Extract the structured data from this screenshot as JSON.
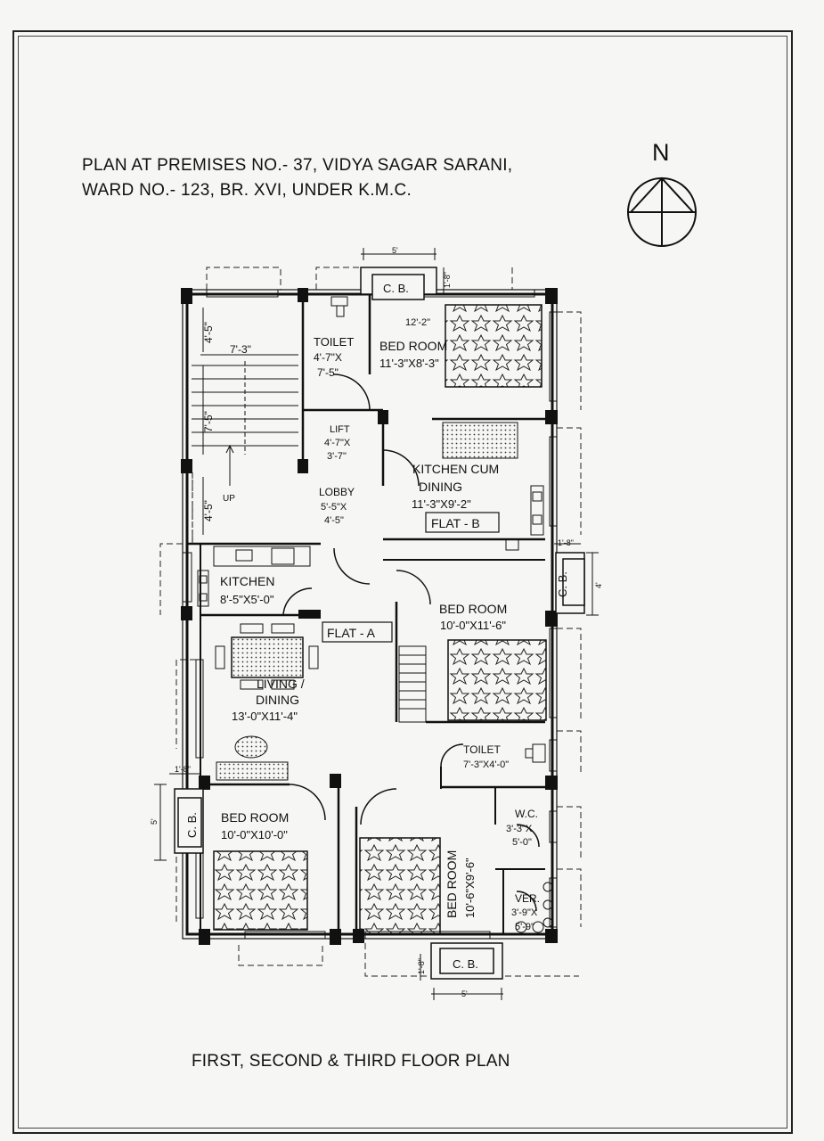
{
  "header": {
    "line1": "PLAN AT PREMISES NO.- 37, VIDYA SAGAR SARANI,",
    "line2": "WARD NO.- 123,  BR. XVI, UNDER K.M.C."
  },
  "north": {
    "letter": "N"
  },
  "footer": {
    "caption": "FIRST, SECOND & THIRD FLOOR PLAN"
  },
  "rooms": {
    "stair_w": "7'-3\"",
    "stair_h1": "4'-5\"",
    "stair_h2": "7'-5\"",
    "stair_h3": "4'-5\"",
    "up": "UP",
    "toilet_top": {
      "name": "TOILET",
      "d1": "4'-7\"X",
      "d2": "7'-5\""
    },
    "lift": {
      "name": "LIFT",
      "d1": "4'-7\"X",
      "d2": "3'-7\""
    },
    "lobby": {
      "name": "LOBBY",
      "d1": "5'-5\"X",
      "d2": "4'-5\""
    },
    "bed_b1": {
      "name": "BED ROOM",
      "dims": "11'-3\"X8'-3\"",
      "top_dim": "12'-2\""
    },
    "kitchen_b": {
      "n1": "KITCHEN CUM",
      "n2": "DINING",
      "dims": "11'-3\"X9'-2\""
    },
    "flat_b": "FLAT - B",
    "flat_a": "FLAT - A",
    "kitchen_a": {
      "name": "KITCHEN",
      "dims": "8'-5\"X5'-0\""
    },
    "bed_b2": {
      "name": "BED ROOM",
      "dims": "10'-0\"X11'-6\""
    },
    "living": {
      "n1": "LIVING /",
      "n2": "DINING",
      "dims": "13'-0\"X11'-4\""
    },
    "toilet_right": {
      "name": "TOILET",
      "dims": "7'-3\"X4'-0\""
    },
    "bed_a1": {
      "name": "BED ROOM",
      "dims": "10'-0\"X10'-0\""
    },
    "bed_a2": {
      "name": "BED ROOM",
      "dims": "10'-6\"X9'-6\""
    },
    "wc": {
      "name": "W.C.",
      "d1": "3'-3\"X",
      "d2": "5'-0\""
    },
    "ver": {
      "name": "VER.",
      "d1": "3'-9\"X",
      "d2": "5'-9\""
    },
    "cb": "C. B.",
    "dim_5": "5'",
    "dim_18": "1'-8\"",
    "dim_4": "4'"
  }
}
